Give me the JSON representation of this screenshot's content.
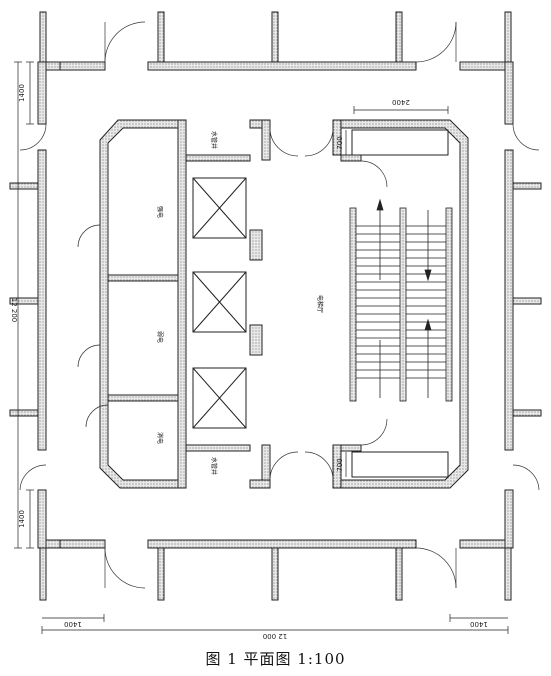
{
  "figure": {
    "caption": "图 1   平面图 1:100"
  },
  "dimensions": {
    "total_height": "12 200",
    "total_width": "12 000",
    "left_top_offset": "1400",
    "left_bottom_offset": "1400",
    "bottom_left_offset": "1400",
    "bottom_right_offset": "1400",
    "stair_width": "2400",
    "stair_top_depth": "700",
    "stair_bottom_depth": "700"
  },
  "rooms": {
    "room_upper": "强电",
    "room_middle": "弱电",
    "room_lower": "消电",
    "shaft_top": "水管井",
    "shaft_bottom": "水管井",
    "lobby": "电梯厅"
  },
  "colors": {
    "wall": "#3a3a3a",
    "hatch": "#9a9a9a",
    "line": "#111111"
  }
}
